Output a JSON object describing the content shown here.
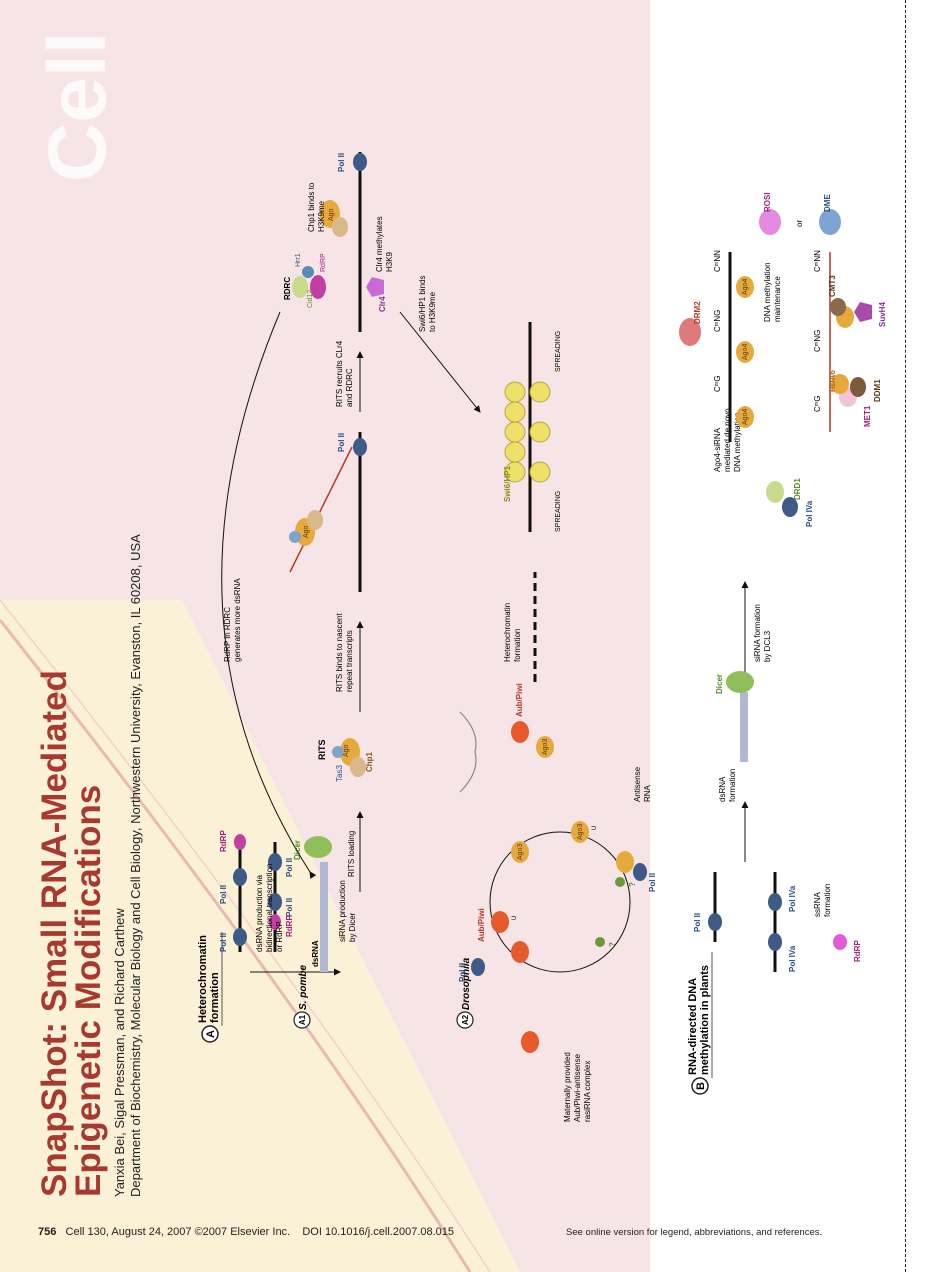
{
  "journal": "Cell",
  "title_line1": "SnapShot: Small RNA-Mediated",
  "title_line2": "Epigenetic Modifications",
  "authors": "Yanxia Bei, Sigal Pressman, and Richard Carthew",
  "affiliation": "Department of Biochemistry, Molecular Biology and Cell Biology, Northwestern University, Evanston, IL 60208, USA",
  "footer": {
    "page": "756",
    "citation": "Cell 130, August 24, 2007 ©2007 Elsevier Inc.",
    "doi": "DOI 10.1016/j.cell.2007.08.015",
    "online_note": "See online version for legend, abbreviations, and references."
  },
  "sections": {
    "A": {
      "letter": "A",
      "title_l1": "Heterochromatin",
      "title_l2": "formation"
    },
    "A1": {
      "tag": "A1",
      "organism": "S. pombe"
    },
    "A2": {
      "tag": "A2",
      "organism": "Drosophila"
    },
    "B": {
      "letter": "B",
      "title_l1": "RNA-directed DNA",
      "title_l2": "methylation in plants"
    }
  },
  "labels": {
    "pol2": "Pol II",
    "rdrp": "RdRP",
    "dicer": "Dicer",
    "dsrna": "dsRNA",
    "ago": "Ago",
    "ago3": "Ago3",
    "ago4": "Ago4",
    "rits": "RITS",
    "tas3": "Tas3",
    "chp1": "Chp1",
    "rdrc": "RDRC",
    "cid12": "Cid12",
    "hrr1": "Hrr1",
    "clr4": "Clr4",
    "swi6": "Swi6/HP1",
    "aub_piwi": "Aub/Piwi",
    "spreading": "SPREADING",
    "pol4a": "Pol IVa",
    "drd1": "DRD1",
    "drm2": "DRM2",
    "met1": "MET1",
    "hda6": "HDA6",
    "ddm1": "DDM1",
    "cmt3": "CMT3",
    "suvh4": "SuvH4",
    "rosi": "ROSI",
    "dme": "DME",
    "or": "or",
    "m": "M",
    "cmg": "CᵐG",
    "cmng": "CᵐNG",
    "cmnn": "CᵐNN",
    "u": "U",
    "q": "?"
  },
  "steps": {
    "dsrna_production_1": "dsRNA production via",
    "dsrna_production_2": "bidirectional transcription",
    "dsrna_production_3": "or RdRP",
    "sirna_dicer_1": "siRNA production",
    "sirna_dicer_2": "by Dicer",
    "rits_loading": "RITS loading",
    "rits_binds_1": "RITS binds to nascent",
    "rits_binds_2": "repeat transcripts",
    "rdrp_rdrc_1": "RdRP in RDRC",
    "rdrp_rdrc_2": "generates more dsRNA",
    "rits_recruits_1": "RITS recruits CLr4",
    "rits_recruits_2": "and RDRC",
    "clr4_meth_1": "Clr4 methylates",
    "clr4_meth_2": "H3K9",
    "chp1_binds_1": "Chp1 binds to",
    "chp1_binds_2": "H3K9me",
    "swi6_binds_1": "Swi6/HP1 binds",
    "swi6_binds_2": "to H3K9me",
    "het_form_1": "Heterochromatin",
    "het_form_2": "formation",
    "maternal_1": "Maternally provided",
    "maternal_2": "Aub/Piwi-antisense",
    "maternal_3": "rasiRNA complex",
    "antisense_1": "Antisense",
    "antisense_2": "RNA",
    "dsrna_form_1": "dsRNA",
    "dsrna_form_2": "formation",
    "ssrna_1": "ssRNA",
    "ssrna_2": "formation",
    "sirna_dcl3_1": "siRNA formation",
    "sirna_dcl3_2": "by DCL3",
    "ago4_1": "Ago4-siRNA",
    "ago4_2": "mediated de novo",
    "ago4_3": "DNA methylation",
    "maint_1": "DNA methylation",
    "maint_2": "maintenance"
  }
}
